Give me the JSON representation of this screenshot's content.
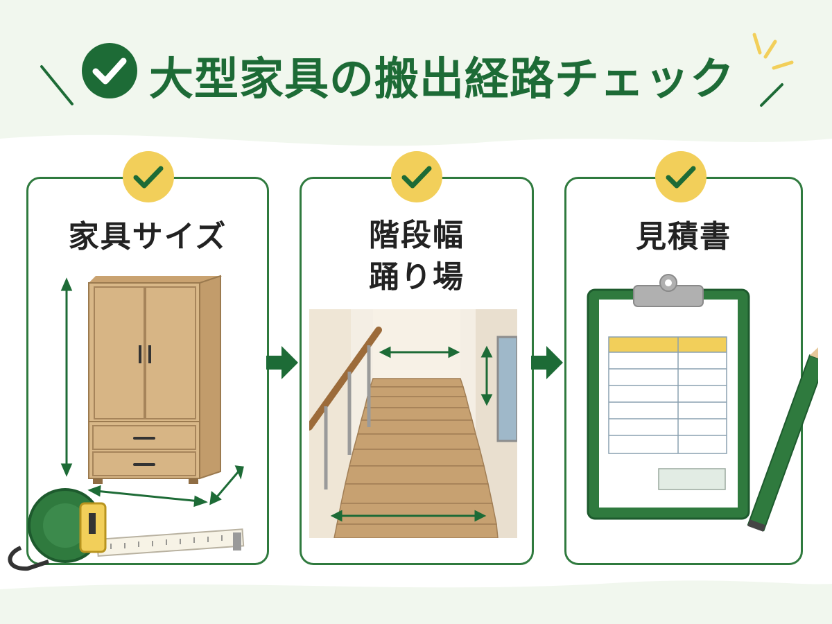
{
  "title": {
    "text": "大型家具の搬出経路チェック",
    "icon": "check-circle-icon"
  },
  "panels": [
    {
      "title": "家具サイズ",
      "badge_icon": "check-badge-icon",
      "illustration": "wardrobe-and-tape-measure"
    },
    {
      "title_line1": "階段幅",
      "title_line2": "踊り場",
      "badge_icon": "check-badge-icon",
      "illustration": "staircase"
    },
    {
      "title": "見積書",
      "badge_icon": "check-badge-icon",
      "illustration": "clipboard-estimate-with-pencil"
    }
  ],
  "colors": {
    "brand_green": "#1d6b36",
    "panel_border": "#2f7a3e",
    "badge_yellow": "#f2cf5a",
    "background_tint": "#eef6ea",
    "wood": "#d7b585"
  }
}
